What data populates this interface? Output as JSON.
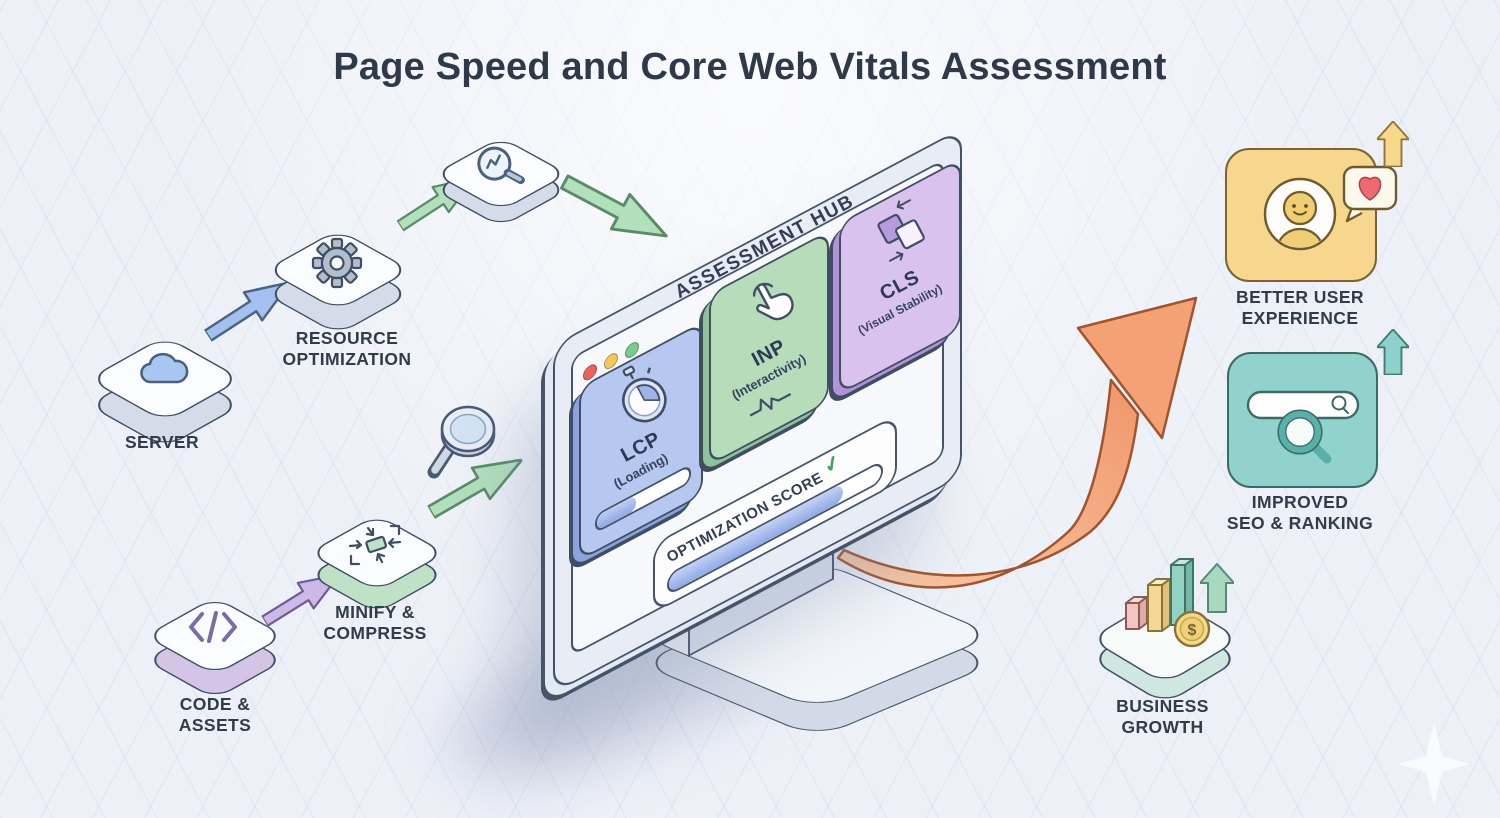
{
  "title": "Page Speed and Core Web Vitals Assessment",
  "colors": {
    "background": "#edf0f7",
    "outline": "#3f4e63",
    "arrow_blue": "#a3c0ee",
    "arrow_green": "#b2dfbc",
    "arrow_purple": "#ccb9e8",
    "arrow_orange": "#f5a87c",
    "traffic_lights": [
      "#e8645f",
      "#f0c95c",
      "#7cc98a"
    ]
  },
  "pipeline": {
    "server": {
      "label": "SERVER",
      "icon": "cloud-icon"
    },
    "resource": {
      "label": "RESOURCE\nOPTIMIZATION",
      "icon": "gear-icon"
    },
    "audit_tile": {
      "icon": "magnifier-chart-icon"
    },
    "code": {
      "label": "CODE &\nASSETS",
      "icon": "code-brackets-icon"
    },
    "minify": {
      "label": "MINIFY &\nCOMPRESS",
      "icon": "compress-icon"
    },
    "inspect": {
      "icon": "magnifier-3d-icon"
    }
  },
  "monitor": {
    "header": "ASSESSMENT HUB",
    "cards": [
      {
        "title": "LCP",
        "subtitle": "(Loading)",
        "icon": "stopwatch-icon",
        "color": "#b6c8f0",
        "progress_percent": 42
      },
      {
        "title": "INP",
        "subtitle": "(Interactivity)",
        "icon": "tap-icon",
        "color": "#b7dcba"
      },
      {
        "title": "CLS",
        "subtitle": "(Visual Stability)",
        "icon": "layout-shift-icon",
        "color": "#d9c2ee"
      }
    ],
    "score": {
      "label": "OPTIMIZATION SCORE",
      "check": "✓",
      "progress_percent": 82
    }
  },
  "outcomes": {
    "ux": {
      "label": "BETTER USER\nEXPERIENCE",
      "icon": "smiley-avatar-icon",
      "badge_icon": "heart-bubble-icon",
      "color": "#f7d78d"
    },
    "seo": {
      "label": "IMPROVED\nSEO & RANKING",
      "icon": "search-bar-icon",
      "color": "#92d2cc"
    },
    "growth": {
      "label": "BUSINESS\nGROWTH",
      "icon": "bars-coin-icon"
    }
  }
}
